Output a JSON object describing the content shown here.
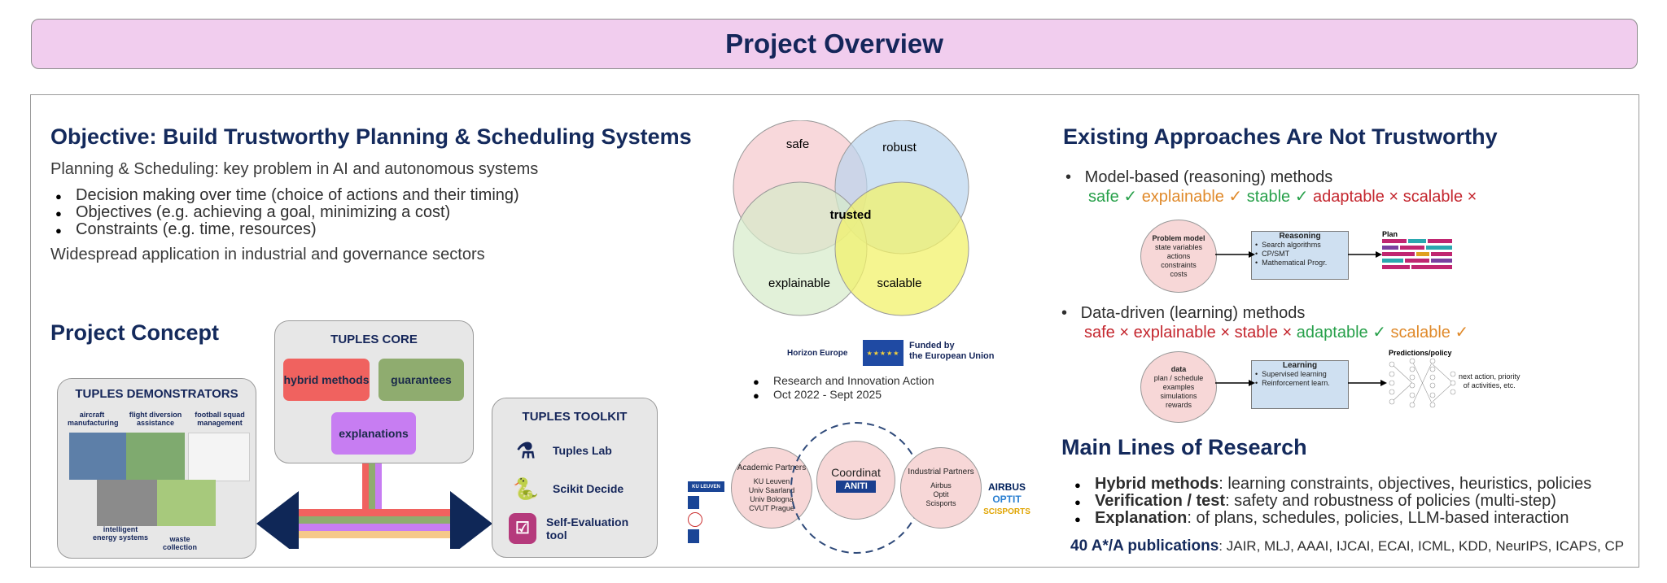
{
  "header": {
    "title": "Project Overview"
  },
  "objective": {
    "heading": "Objective: Build Trustworthy Planning & Scheduling Systems",
    "intro": "Planning & Scheduling: key problem in AI and autonomous systems",
    "bullets": [
      "Decision making over time (choice of actions and  their timing)",
      "Objectives (e.g. achieving a goal, minimizing a cost)",
      "Constraints (e.g. time, resources)"
    ],
    "outro": "Widespread application in industrial and governance sectors"
  },
  "venn": {
    "safe": "safe",
    "robust": "robust",
    "center": "trusted",
    "explainable": "explainable",
    "scalable": "scalable"
  },
  "funding": {
    "program": "Horizon Europe",
    "funded": "Funded by",
    "funded2": "the European Union",
    "bullets": [
      "Research and Innovation Action",
      "Oct 2022 - Sept 2025"
    ]
  },
  "concept": {
    "heading": "Project  Concept",
    "core": {
      "title": "TUPLES CORE",
      "hybrid": "hybrid methods",
      "guarantees": "guarantees",
      "explanations": "explanations"
    },
    "demonstrators": {
      "title": "TUPLES DEMONSTRATORS",
      "items": [
        "aircraft manufacturing",
        "flight diversion assistance",
        "football squad management",
        "intelligent energy systems",
        "waste collection"
      ]
    },
    "toolkit": {
      "title": "TUPLES TOOLKIT",
      "tools": [
        "Tuples Lab",
        "Scikit Decide",
        "Self-Evaluation tool"
      ]
    }
  },
  "consortium": {
    "academic_title": "Academic Partners",
    "academic": [
      "KU Leuven",
      "Univ Saarland",
      "Univ Bologna",
      "CVUT Prague"
    ],
    "coordinator": "Coordinat",
    "coordinator_logo": "ANITI",
    "industrial_title": "Industrial Partners",
    "industrial": [
      "Airbus",
      "Optit",
      "Scisports"
    ],
    "logos_left": [
      "KU LEUVEN"
    ],
    "logos_right": [
      "AIRBUS",
      "OPTIT",
      "SCISPORTS"
    ]
  },
  "existing": {
    "heading": "Existing Approaches Are Not Trustworthy",
    "model_based": {
      "label": "Model-based (reasoning) methods",
      "tags": [
        "safe ✓",
        "explainable ✓",
        "stable ✓",
        "adaptable ×",
        "scalable ×"
      ],
      "problem_title": "Problem model",
      "problem_items": [
        "state variables",
        "actions",
        "constraints",
        "costs"
      ],
      "reasoning_title": "Reasoning",
      "reasoning_items": [
        "Search algorithms",
        "CP/SMT",
        "Mathematical Progr."
      ],
      "plan": "Plan"
    },
    "data_driven": {
      "label": "Data-driven (learning) methods",
      "tags": [
        "safe ×",
        "explainable ×",
        "stable ×",
        "adaptable ✓",
        "scalable ✓"
      ],
      "data_title": "data",
      "data_items": [
        "plan / schedule",
        "examples",
        "simulations",
        "rewards"
      ],
      "learning_title": "Learning",
      "learning_items": [
        "Supervised learning",
        "Reinforcement learn."
      ],
      "pred": "Predictions/policy",
      "next": "next action, priority",
      "next2": "of activities, etc."
    }
  },
  "research": {
    "heading": "Main Lines of Research",
    "items": [
      {
        "bold": "Hybrid methods",
        "rest": ": learning constraints, objectives, heuristics, policies"
      },
      {
        "bold": "Verification / test",
        "rest": ":  safety and robustness of policies (multi-step)"
      },
      {
        "bold": "Explanation",
        "rest": ": of plans, schedules, policies, LLM-based interaction"
      }
    ],
    "pubs_bold": "40 A*/A publications",
    "pubs_rest": ": JAIR, MLJ, AAAI, IJCAI, ECAI, ICML, KDD, NeurIPS, ICAPS, CP"
  },
  "colors": {
    "banner": "#f1cdee",
    "title": "#142a5c",
    "hybrid": "#f0625f",
    "guarantees": "#8fac6f",
    "explanations": "#c77df2",
    "arrow": "#0f2757"
  }
}
